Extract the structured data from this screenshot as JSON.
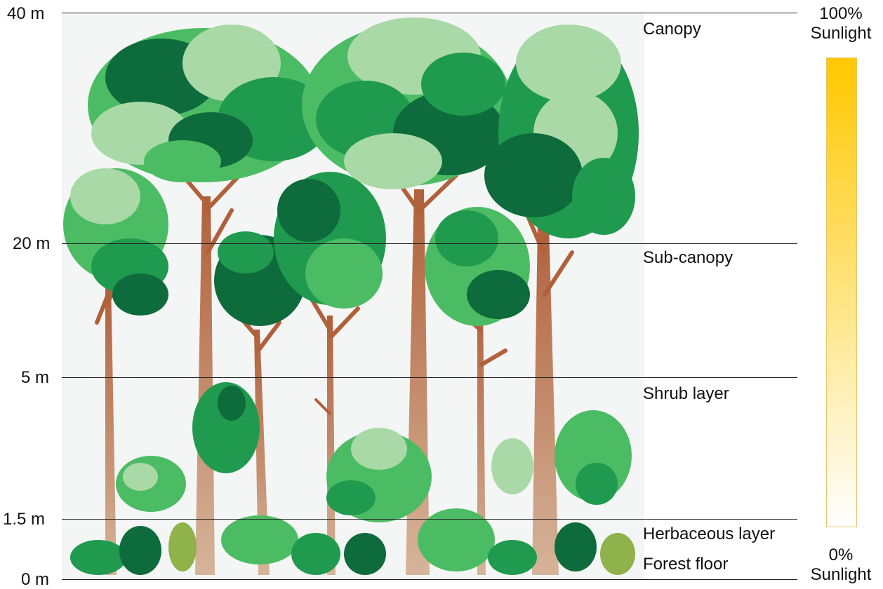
{
  "height_markers": [
    {
      "label": "40 m",
      "meters": 40
    },
    {
      "label": "20 m",
      "meters": 20
    },
    {
      "label": "5 m",
      "meters": 5
    },
    {
      "label": "1.5 m",
      "meters": 1.5
    },
    {
      "label": "0 m",
      "meters": 0
    }
  ],
  "layers": [
    {
      "name": "Canopy"
    },
    {
      "name": "Sub-canopy"
    },
    {
      "name": "Shrub layer"
    },
    {
      "name": "Herbaceous layer"
    },
    {
      "name": "Forest floor"
    }
  ],
  "sunlight": {
    "top_percent": "100%",
    "top_word": "Sunlight",
    "bottom_percent": "0%",
    "bottom_word": "Sunlight",
    "top_color": "#ffc800",
    "bottom_color": "#ffffff"
  },
  "colors": {
    "leaf_dark": "#0e6b3b",
    "leaf_mid": "#1f9a4e",
    "leaf_light": "#4cbc64",
    "leaf_pale": "#a8d9a6",
    "trunk": "#b56a3e",
    "trunk_light": "#d8b69a",
    "line": "#222222"
  }
}
